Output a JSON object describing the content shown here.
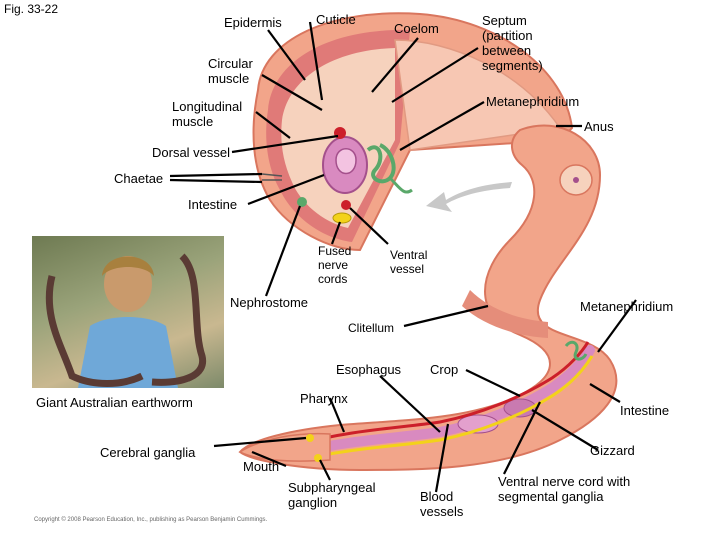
{
  "figure_label": "Fig. 33-22",
  "labels": {
    "epidermis": "Epidermis",
    "cuticle": "Cuticle",
    "coelom": "Coelom",
    "septum": [
      "Septum",
      "(partition",
      "between",
      "segments)"
    ],
    "circular_muscle": [
      "Circular",
      "muscle"
    ],
    "metanephridium_top": "Metanephridium",
    "longitudinal_muscle": [
      "Longitudinal",
      "muscle"
    ],
    "anus": "Anus",
    "dorsal_vessel": "Dorsal vessel",
    "chaetae": "Chaetae",
    "intestine_top": "Intestine",
    "fused_nerve_cords": [
      "Fused",
      "nerve",
      "cords"
    ],
    "ventral_vessel": [
      "Ventral",
      "vessel"
    ],
    "nephrostome": "Nephrostome",
    "metanephridium_right": "Metanephridium",
    "clitellum": "Clitellum",
    "esophagus": "Esophagus",
    "crop": "Crop",
    "giant_earthworm": "Giant Australian earthworm",
    "pharynx": "Pharynx",
    "intestine_bottom": "Intestine",
    "cerebral_ganglia": "Cerebral ganglia",
    "gizzard": "Gizzard",
    "mouth": "Mouth",
    "subpharyngeal_ganglion": [
      "Subpharyngeal",
      "ganglion"
    ],
    "blood_vessels": [
      "Blood",
      "vessels"
    ],
    "ventral_nerve_cord": [
      "Ventral nerve cord with",
      "segmental ganglia"
    ]
  },
  "copyright": "Copyright © 2008 Pearson Education, Inc., publishing as Pearson Benjamin Cummings.",
  "colors": {
    "skin": "#f2a58a",
    "skin_dark": "#d9765e",
    "coelom": "#f6d2bd",
    "muscle": "#e07a78",
    "gut": "#d98ac0",
    "nephridium": "#5aa86a",
    "vessel": "#cc1f2a",
    "nerve": "#f3d21a",
    "arrow": "#c8c8c8"
  }
}
